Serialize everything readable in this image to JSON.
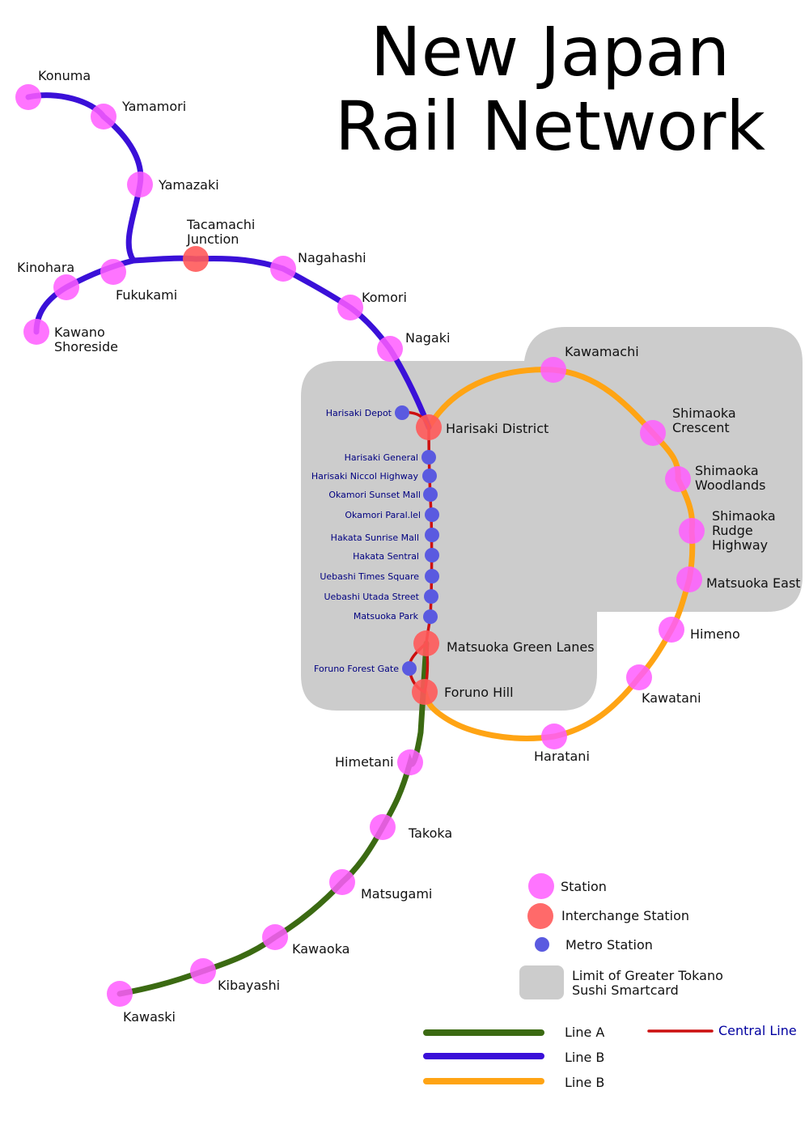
{
  "title": {
    "line1": "New Japan",
    "line2": "Rail Network"
  },
  "colors": {
    "line_a": "#3b6a12",
    "line_b_blue": "#3a10d8",
    "line_b_orange": "#ffa414",
    "central_line": "#cc1010",
    "station": "#ff5cff",
    "interchange": "#ff5a5a",
    "metro": "#5a5ae0",
    "smartcard_zone": "#cccccc"
  },
  "stations": {
    "konuma": "Konuma",
    "yamamori": "Yamamori",
    "yamazaki": "Yamazaki",
    "tacamachi_1": "Tacamachi",
    "tacamachi_2": "Junction",
    "kinohara": "Kinohara",
    "fukukami": "Fukukami",
    "kawano_1": "Kawano",
    "kawano_2": "Shoreside",
    "nagahashi": "Nagahashi",
    "komori": "Komori",
    "nagaki": "Nagaki",
    "kawamachi": "Kawamachi",
    "harisaki_district": "Harisaki District",
    "shimaoka_crescent_1": "Shimaoka",
    "shimaoka_crescent_2": "Crescent",
    "shimaoka_woodlands_1": "Shimaoka",
    "shimaoka_woodlands_2": "Woodlands",
    "shimaoka_rudge_1": "Shimaoka",
    "shimaoka_rudge_2": "Rudge",
    "shimaoka_rudge_3": "Highway",
    "matsuoka_east": "Matsuoka East",
    "himeno": "Himeno",
    "matsuoka_green_lanes": "Matsuoka Green Lanes",
    "foruno_hill": "Foruno Hill",
    "kawatani": "Kawatani",
    "haratani": "Haratani",
    "himetani": "Himetani",
    "takoka": "Takoka",
    "matsugami": "Matsugami",
    "kawaoka": "Kawaoka",
    "kibayashi": "Kibayashi",
    "kawaski": "Kawaski"
  },
  "metro_stations": {
    "harisaki_depot": "Harisaki Depot",
    "harisaki_general": "Harisaki General",
    "harisaki_niccol": "Harisaki Niccol Highway",
    "okamori_sunset": "Okamori Sunset Mall",
    "okamori_parallel": "Okamori Paral.lel",
    "hakata_sunrise": "Hakata Sunrise Mall",
    "hakata_sentral": "Hakata Sentral",
    "uebashi_times": "Uebashi Times Square",
    "uebashi_utada": "Uebashi Utada Street",
    "matsuoka_park": "Matsuoka Park",
    "foruno_forest": "Foruno Forest Gate"
  },
  "legend": {
    "station": "Station",
    "interchange": "Interchange Station",
    "metro": "Metro Station",
    "smartcard_1": "Limit of Greater Tokano",
    "smartcard_2": "Sushi Smartcard",
    "line_a": "Line A",
    "line_b_blue": "Line B",
    "line_b_orange": "Line B",
    "central": "Central Line"
  }
}
